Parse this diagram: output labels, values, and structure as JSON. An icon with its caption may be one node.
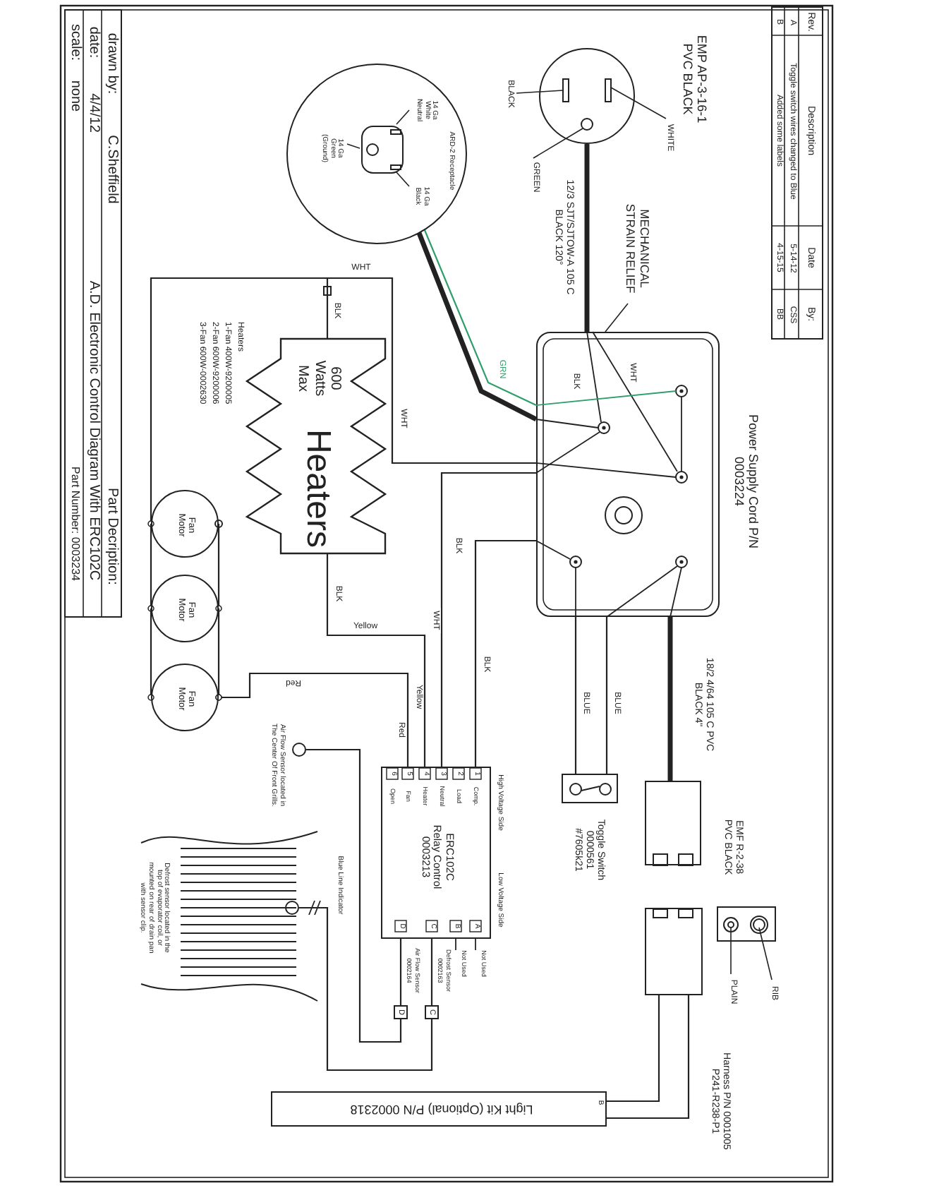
{
  "diagram": {
    "nodes": [
      {
        "text": [],
        "shape": "circle"
      },
      {
        "text": [
          "BLACK"
        ]
      },
      {
        "text": [
          "WHITE"
        ]
      },
      {
        "text": [
          "GREEN"
        ]
      },
      {
        "text": [
          "ARD-2 Receptacle"
        ]
      },
      {
        "text": [
          "14 Ga White Neutral"
        ],
        "in": 4
      },
      {
        "text": [
          "14 Ga Green (Ground)"
        ],
        "in": 4
      },
      {
        "text": [
          "14 Ga Black"
        ],
        "in": 4
      },
      {
        "text": [
          "MECHANICAL STRAIN RELIEF"
        ]
      },
      {
        "text": [],
        "shape": "box",
        "beside": [
          "Power Supply Cord P/N 0003224"
        ]
      },
      {
        "text": [
          "600 Watts Max",
          "Heaters"
        ],
        "beside": [
          "Heaters",
          "1-Fan 400W-9200005",
          "2-Fan 600W-9200006",
          "3-Fan 600W-0002630"
        ]
      },
      {
        "text": [
          "Fan Motor"
        ]
      },
      {
        "text": [
          "Fan Motor"
        ]
      },
      {
        "text": [
          "Fan Motor"
        ]
      },
      {
        "text": [
          "ERC102C Relay Control 0003213"
        ],
        "beside": [
          "High Voltage Side",
          "Low Voltage Side"
        ]
      },
      {
        "text": [],
        "shape": "box",
        "beside": [
          "Toggle Switch 0000561 #7605k21"
        ]
      },
      {
        "text": [],
        "shape": "box",
        "beside": [
          "EMF R-2-38 PVC BLACK"
        ]
      },
      {
        "text": [],
        "shape": "box"
      },
      {
        "text": [],
        "shape": "box"
      },
      {
        "text": [
          "RIB"
        ]
      },
      {
        "text": [
          "PLAIN"
        ]
      },
      {
        "text": [
          "Light Kit (Optional) P/N 0002318"
        ]
      },
      {
        "text": [],
        "shape": "picture"
      },
      {
        "text": [],
        "shape": "circle"
      },
      {
        "text": [],
        "shape": "circle",
        "in": 22
      },
      {
        "text": [
          "D"
        ]
      },
      {
        "text": [
          "C"
        ]
      },
      {
        "text": [],
        "shape": "picture",
        "in": 4
      }
    ],
    "edges": [
      {
        "from": 0,
        "to": 9,
        "arrow": "none",
        "style": "thick"
      },
      {
        "from": 1,
        "to": 0,
        "arrow": "none"
      },
      {
        "from": 2,
        "to": 0,
        "arrow": "none"
      },
      {
        "from": 3,
        "to": 0,
        "arrow": "none"
      },
      {
        "from": 5,
        "to": 27,
        "arrow": "none"
      },
      {
        "from": 6,
        "to": 27,
        "arrow": "none"
      },
      {
        "from": 7,
        "to": 27,
        "arrow": "none"
      },
      {
        "from": 8,
        "to": 9,
        "arrow": "none"
      },
      {
        "from": 4,
        "to": 9,
        "arrow": "none",
        "style": "thick"
      },
      {
        "from": 4,
        "to": 9,
        "arrow": "none",
        "label": "GRN",
        "color": "#2e9e6a"
      },
      {
        "from": 9,
        "to": 11,
        "arrow": "other",
        "label": "WHT"
      },
      {
        "from": null,
        "to": 10,
        "arrow": "none",
        "label": "BLK"
      },
      {
        "from": 10,
        "to": 14,
        "arrow": "none",
        "label": "Yellow"
      },
      {
        "from": 9,
        "to": 14,
        "arrow": "none",
        "label": "WHT"
      },
      {
        "from": 9,
        "to": 14,
        "arrow": "none",
        "label": "BLK"
      },
      {
        "from": 14,
        "to": 13,
        "arrow": "other",
        "label": "Red"
      },
      {
        "from": 11,
        "to": 12,
        "arrow": "other"
      },
      {
        "from": 11,
        "to": 12,
        "arrow": "other"
      },
      {
        "from": 12,
        "to": 13,
        "arrow": "other"
      },
      {
        "from": 12,
        "to": 13,
        "arrow": "other"
      },
      {
        "from": 9,
        "to": 15,
        "arrow": "none",
        "label": "BLUE"
      },
      {
        "from": 9,
        "to": 15,
        "arrow": "none",
        "label": "BLUE"
      },
      {
        "from": 9,
        "to": 16,
        "arrow": "none",
        "style": "thick"
      },
      {
        "from": 17,
        "to": 21,
        "arrow": "none"
      },
      {
        "from": 17,
        "to": 21,
        "arrow": "none"
      },
      {
        "from": 14,
        "to": 25,
        "arrow": "none"
      },
      {
        "from": 14,
        "to": 26,
        "arrow": "none"
      },
      {
        "from": 25,
        "to": 23,
        "arrow": "none"
      },
      {
        "from": 26,
        "to": 24,
        "arrow": "none"
      },
      {
        "from": 19,
        "to": 18,
        "arrow": "none"
      },
      {
        "from": 20,
        "to": 18,
        "arrow": "none"
      }
    ],
    "labels": [
      "Rev.",
      "Description",
      "Date",
      "By:",
      "A",
      "Toggle switch wires changed to Blue",
      "5-14-12",
      "CSS",
      "B",
      "Added some labels",
      "4-15-15",
      "BB",
      "drawn by:",
      "C.Sheffield",
      "date:",
      "4/4/12",
      "scale:",
      "none",
      "Part Decription:",
      "A.D. Electronic Control Diagram With ERC102C",
      "Part Number: 0003234",
      "12/3 SJT/SJTOW-A 105 C BLACK 120°",
      "WHT",
      "BLK",
      "WHT",
      "BLK",
      "Yellow",
      "Red",
      "BLK",
      "18/2 4/64 105 C PVC BLACK 4\"",
      "1",
      "Comp.",
      "2",
      "Load",
      "3",
      "Neutral",
      "4",
      "Heater",
      "5",
      "Fan",
      "6",
      "Open",
      "A",
      "B",
      "C",
      "D",
      "Not Used",
      "Not Used",
      "Defrost Sensor 0002163",
      "Air Flow Sensor 0002164",
      "Air Flow Sensor located in The Center Of Front Grills.",
      "Blue Line Indicator",
      "Defrost sensor located in the top of evaporator coil, or mounted on rear of drain pan with sensor clip.",
      "B",
      "EMP AP-3-16-1 PVC BLACK",
      "Harness P/N 0001005 P241-R238-P1"
    ]
  }
}
